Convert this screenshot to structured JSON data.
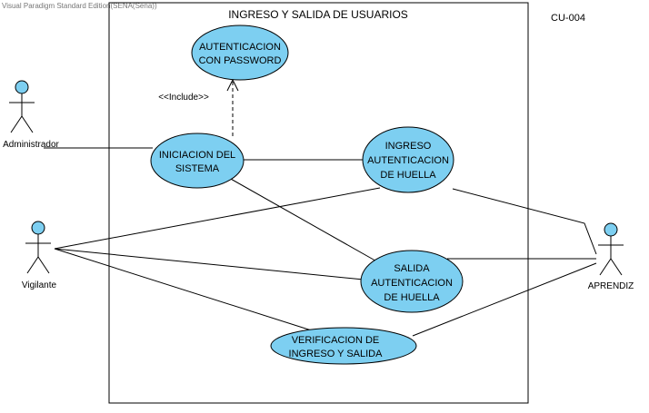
{
  "watermark": "Visual Paradigm Standard Edition(SENA(Sena))",
  "diagram_id": "CU-004",
  "system": {
    "title": "INGRESO Y SALIDA DE USUARIOS"
  },
  "actors": {
    "administrador": "Administrador",
    "vigilante": "Vigilante",
    "aprendiz": "APRENDIZ"
  },
  "use_cases": {
    "auth_password": [
      "AUTENTICACION",
      "CON PASSWORD"
    ],
    "iniciacion": [
      "INICIACION DEL",
      "SISTEMA"
    ],
    "ingreso": [
      "INGRESO",
      "AUTENTICACION",
      "DE HUELLA"
    ],
    "salida": [
      "SALIDA",
      "AUTENTICACION",
      "DE HUELLA"
    ],
    "verificacion": [
      "VERIFICACION DE",
      "INGRESO Y SALIDA"
    ]
  },
  "relations": {
    "include_label": "<<Include>>"
  },
  "colors": {
    "usecase_fill": "#7dcff1",
    "line": "#000000",
    "text": "#000000"
  }
}
